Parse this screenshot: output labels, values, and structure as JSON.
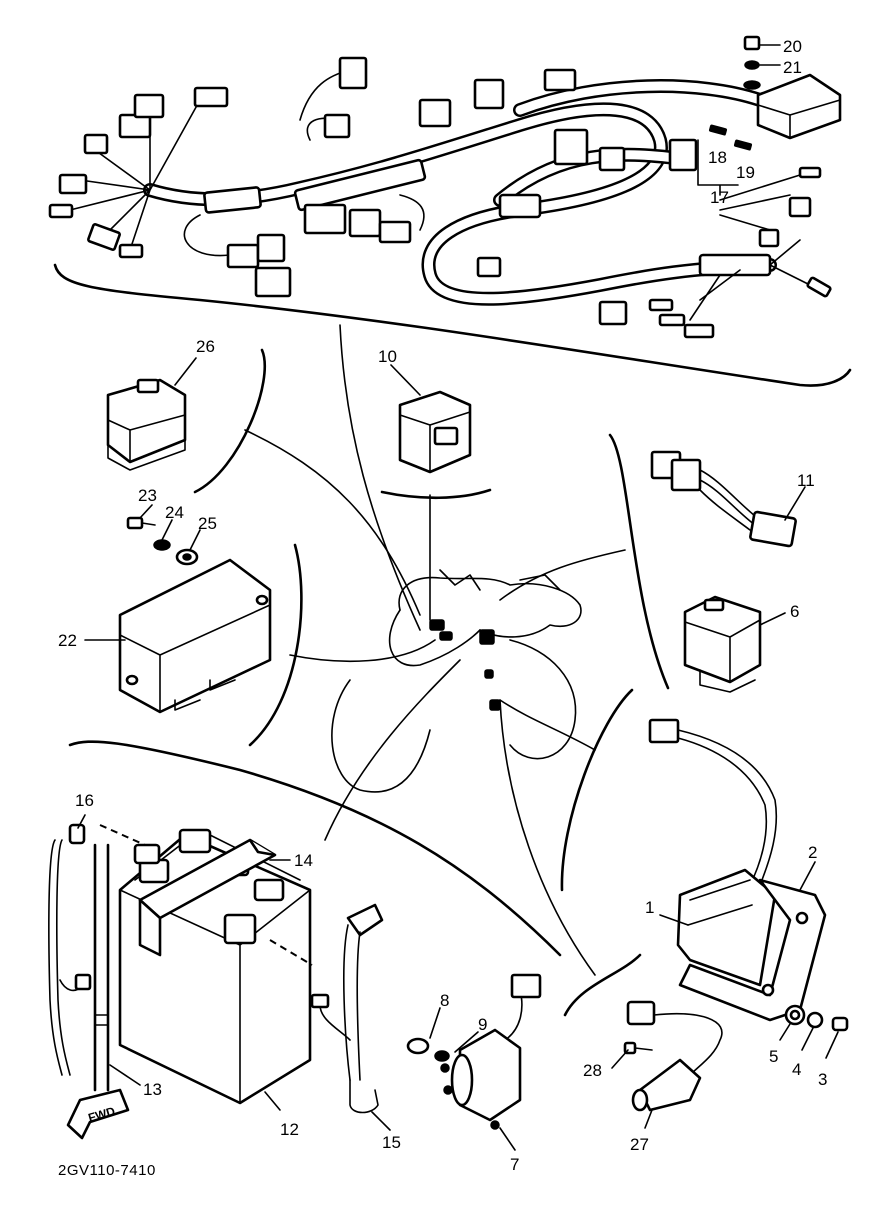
{
  "diagram_code": "2GV110-7410",
  "direction_arrow_label": "FWD",
  "callouts": [
    {
      "id": "c1",
      "text": "1"
    },
    {
      "id": "c2",
      "text": "2"
    },
    {
      "id": "c3",
      "text": "3"
    },
    {
      "id": "c4",
      "text": "4"
    },
    {
      "id": "c5",
      "text": "5"
    },
    {
      "id": "c6",
      "text": "6"
    },
    {
      "id": "c7",
      "text": "7"
    },
    {
      "id": "c8",
      "text": "8"
    },
    {
      "id": "c9",
      "text": "9"
    },
    {
      "id": "c10",
      "text": "10"
    },
    {
      "id": "c11",
      "text": "11"
    },
    {
      "id": "c12",
      "text": "12"
    },
    {
      "id": "c13",
      "text": "13"
    },
    {
      "id": "c14",
      "text": "14"
    },
    {
      "id": "c15",
      "text": "15"
    },
    {
      "id": "c16",
      "text": "16"
    },
    {
      "id": "c17",
      "text": "17"
    },
    {
      "id": "c18",
      "text": "18"
    },
    {
      "id": "c19",
      "text": "19"
    },
    {
      "id": "c20",
      "text": "20"
    },
    {
      "id": "c21",
      "text": "21"
    },
    {
      "id": "c22",
      "text": "22"
    },
    {
      "id": "c23",
      "text": "23"
    },
    {
      "id": "c24",
      "text": "24"
    },
    {
      "id": "c25",
      "text": "25"
    },
    {
      "id": "c26",
      "text": "26"
    },
    {
      "id": "c27",
      "text": "27"
    },
    {
      "id": "c28",
      "text": "28"
    }
  ]
}
